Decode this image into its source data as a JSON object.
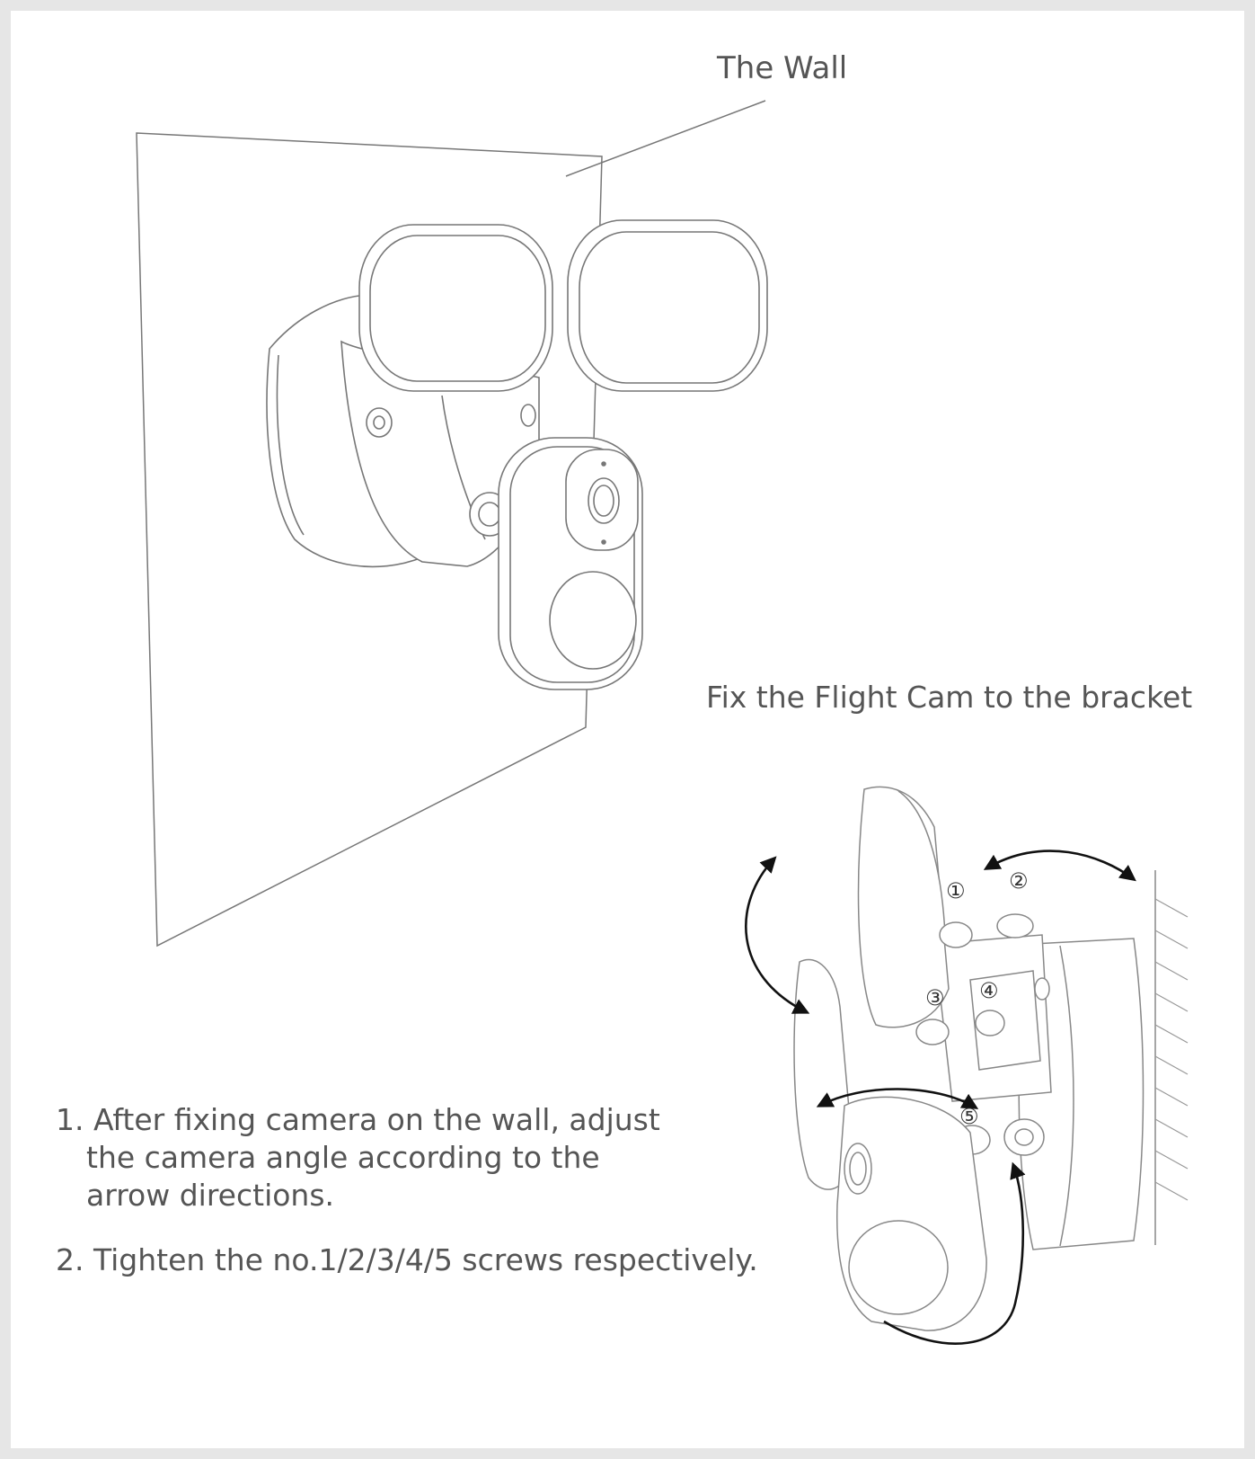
{
  "labels": {
    "wall": "The Wall",
    "bracket_title": "Fix the Flight Cam to the bracket"
  },
  "instructions": [
    {
      "num": "1.",
      "lines": [
        "After fixing camera on the wall, adjust",
        "the camera angle according to the",
        "arrow directions."
      ]
    },
    {
      "num": "2.",
      "lines": [
        "Tighten the no.1/2/3/4/5 screws respectively."
      ]
    }
  ],
  "screw_markers": [
    "①",
    "②",
    "③",
    "④",
    "⑤"
  ],
  "colors": {
    "frame": "#e6e6e6",
    "line": "#777777",
    "text": "#555555",
    "arrow": "#111111"
  }
}
